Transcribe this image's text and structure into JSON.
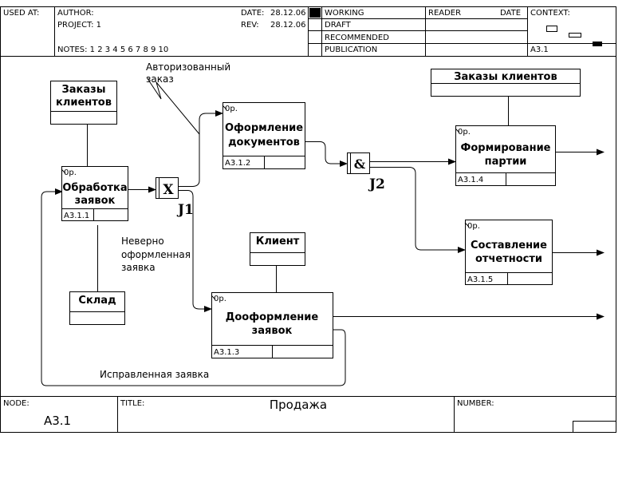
{
  "header": {
    "used_at": "USED AT:",
    "author": "AUTHOR:",
    "project": "PROJECT:  1",
    "notes": "NOTES:  1  2  3  4  5  6  7  8  9  10",
    "date_label": "DATE:",
    "date_value": "28.12.06",
    "rev_label": "REV:",
    "rev_value": "28.12.06",
    "status": [
      "WORKING",
      "DRAFT",
      "RECOMMENDED",
      "PUBLICATION"
    ],
    "reader": "READER",
    "reader_date": "DATE",
    "context": "CONTEXT:",
    "context_node": "A3.1"
  },
  "diagram": {
    "tunnels": {
      "orders_top": "Заказы клиентов",
      "orders_left": [
        "Заказы",
        "клиентов"
      ],
      "warehouse": "Склад",
      "client": "Клиент"
    },
    "activities": [
      {
        "lines": [
          "Обработка",
          "заявок"
        ],
        "tag": "0р.",
        "node": "A3.1.1"
      },
      {
        "lines": [
          "Оформление",
          "документов"
        ],
        "tag": "0р.",
        "node": "A3.1.2"
      },
      {
        "lines": [
          "Дооформление",
          "заявок"
        ],
        "tag": "0р.",
        "node": "A3.1.3"
      },
      {
        "lines": [
          "Формирование",
          "партии"
        ],
        "tag": "0р.",
        "node": "A3.1.4"
      },
      {
        "lines": [
          "Составление",
          "отчетности"
        ],
        "tag": "0р.",
        "node": "A3.1.5"
      }
    ],
    "junctions": [
      {
        "symbol": "X",
        "label": "J1"
      },
      {
        "symbol": "&",
        "label": "J2"
      }
    ],
    "arrow_labels": {
      "authorized": [
        "Авторизованный",
        "заказ"
      ],
      "bad": [
        "Неверно",
        "оформленная",
        "заявка"
      ],
      "fixed": "Исправленная заявка"
    }
  },
  "footer": {
    "node_label": "NODE:",
    "node_value": "A3.1",
    "title_label": "TITLE:",
    "title_value": "Продажа",
    "number_label": "NUMBER:"
  }
}
